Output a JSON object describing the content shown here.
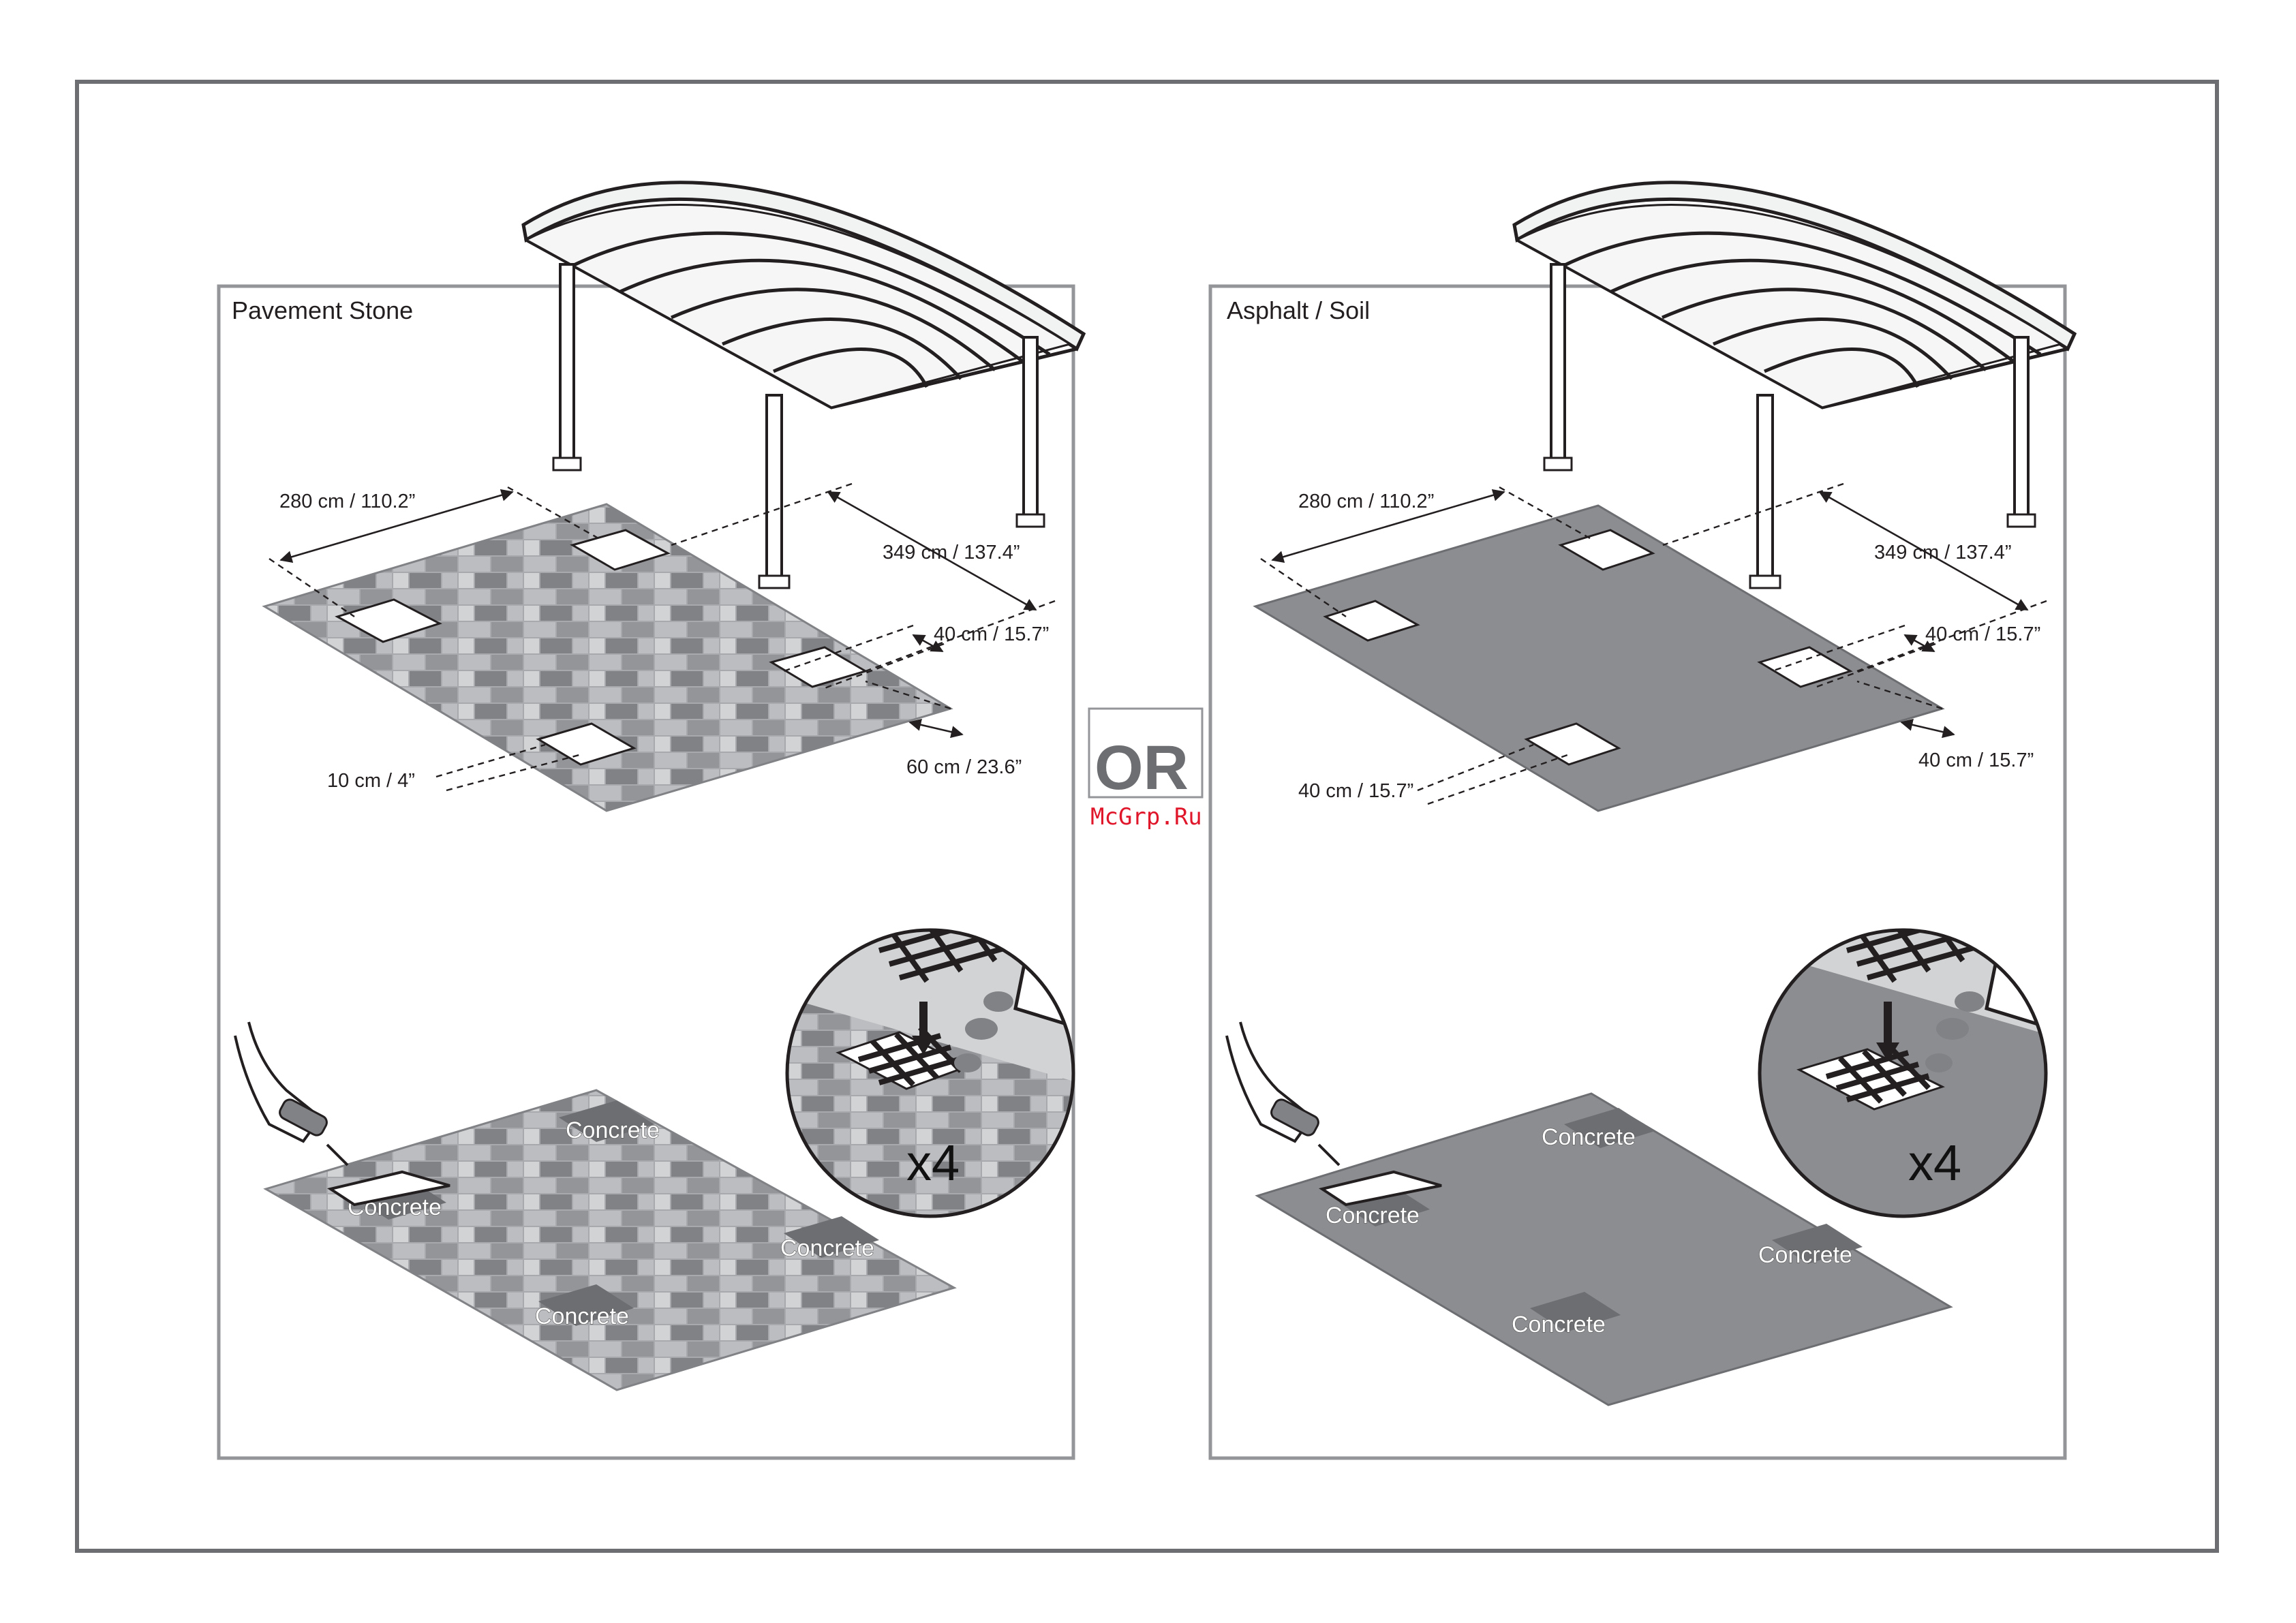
{
  "panels": {
    "left": {
      "title": "Pavement Stone",
      "dims": {
        "width": "280 cm / 110.2”",
        "length": "349 cm / 137.4”",
        "hole_spacing": "40 cm / 15.7”",
        "hole_size": "60 cm / 23.6”",
        "depth": "10 cm / 4”"
      },
      "concrete_labels": [
        "Concrete",
        "Concrete",
        "Concrete",
        "Concrete"
      ],
      "multiplier": "x4"
    },
    "right": {
      "title": "Asphalt / Soil",
      "dims": {
        "width": "280 cm / 110.2”",
        "length": "349 cm / 137.4”",
        "hole_spacing": "40 cm / 15.7”",
        "hole_size": "40 cm / 15.7”",
        "depth": "40 cm / 15.7”"
      },
      "concrete_labels": [
        "Concrete",
        "Concrete",
        "Concrete",
        "Concrete"
      ],
      "multiplier": "x4"
    }
  },
  "divider_text": "OR",
  "watermark": "McGrp.Ru",
  "colors": {
    "frame": "#6d6e71",
    "asphalt": "#8c8d90",
    "pavers": [
      "#bcbdc0",
      "#a7a9ac",
      "#939598",
      "#d1d3d4",
      "#808285"
    ],
    "concrete_patch": "#6d6e71",
    "watermark": "#e0162b"
  }
}
